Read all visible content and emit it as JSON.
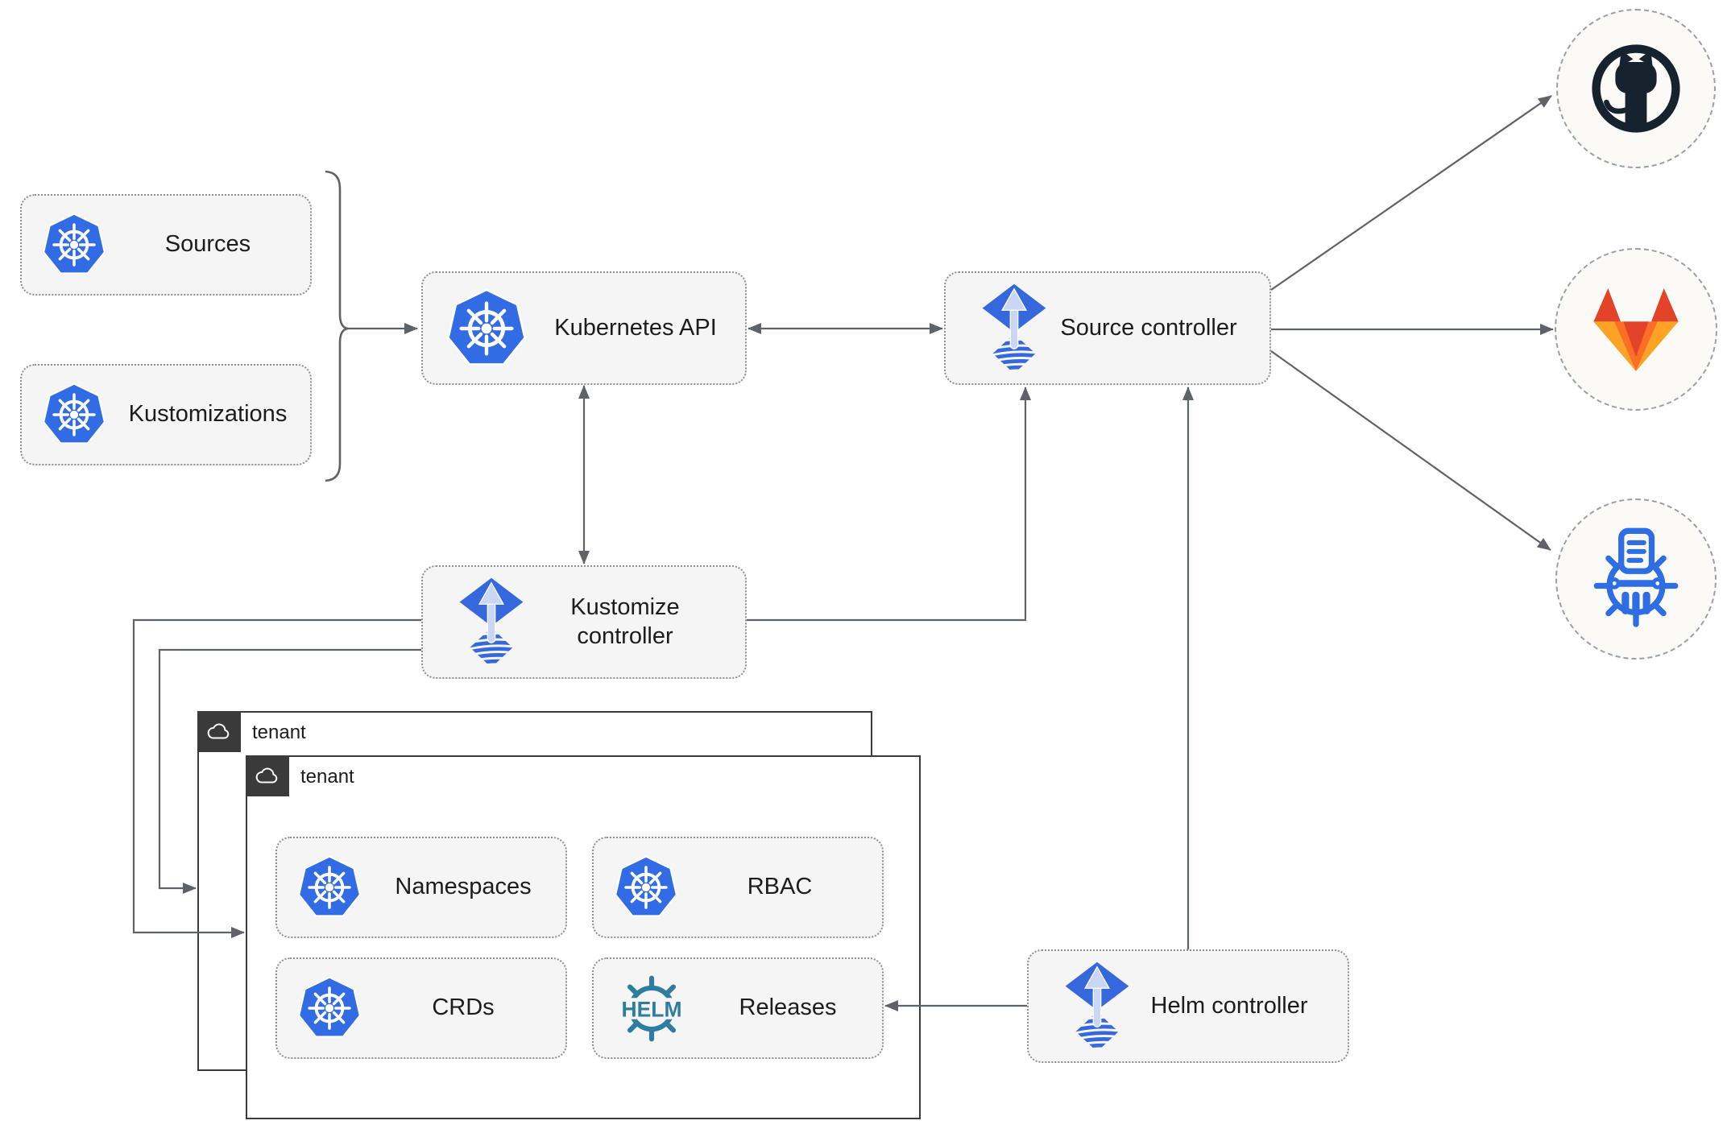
{
  "nodes": {
    "sources": {
      "label": "Sources",
      "icon": "kubernetes-icon"
    },
    "kustomizations": {
      "label": "Kustomizations",
      "icon": "kubernetes-icon"
    },
    "kubernetes_api": {
      "label": "Kubernetes API",
      "icon": "kubernetes-icon"
    },
    "source_controller": {
      "label": "Source controller",
      "icon": "flux-icon"
    },
    "kustomize_controller": {
      "label": "Kustomize controller",
      "icon": "flux-icon"
    },
    "helm_controller": {
      "label": "Helm controller",
      "icon": "flux-icon"
    },
    "namespaces": {
      "label": "Namespaces",
      "icon": "kubernetes-icon"
    },
    "rbac": {
      "label": "RBAC",
      "icon": "kubernetes-icon"
    },
    "crds": {
      "label": "CRDs",
      "icon": "kubernetes-icon"
    },
    "releases": {
      "label": "Releases",
      "icon": "helm-icon"
    }
  },
  "groups": {
    "tenant_back": {
      "label": "tenant",
      "icon": "cloud-icon"
    },
    "tenant_front": {
      "label": "tenant",
      "icon": "cloud-icon"
    }
  },
  "endpoints": {
    "github": {
      "icon": "github-icon"
    },
    "gitlab": {
      "icon": "gitlab-icon"
    },
    "chartmuseum": {
      "icon": "chartmuseum-icon"
    }
  },
  "icons": {
    "helm_text": "HELM"
  },
  "colors": {
    "line": "#5f6368",
    "node_fill": "#f5f5f5",
    "node_border": "#8f8f8f",
    "tenant_header": "#3a3a3a",
    "kubernetes_blue": "#326ce5",
    "flux_blue": "#3668dd",
    "flux_arrow_light": "#c9d6f4",
    "helm_teal": "#2e7da0",
    "github_dark": "#16222e",
    "gitlab_red": "#e24329",
    "gitlab_orange": "#fc6d26",
    "gitlab_light_orange": "#fca326",
    "chartmuseum_blue": "#2f6de5"
  }
}
